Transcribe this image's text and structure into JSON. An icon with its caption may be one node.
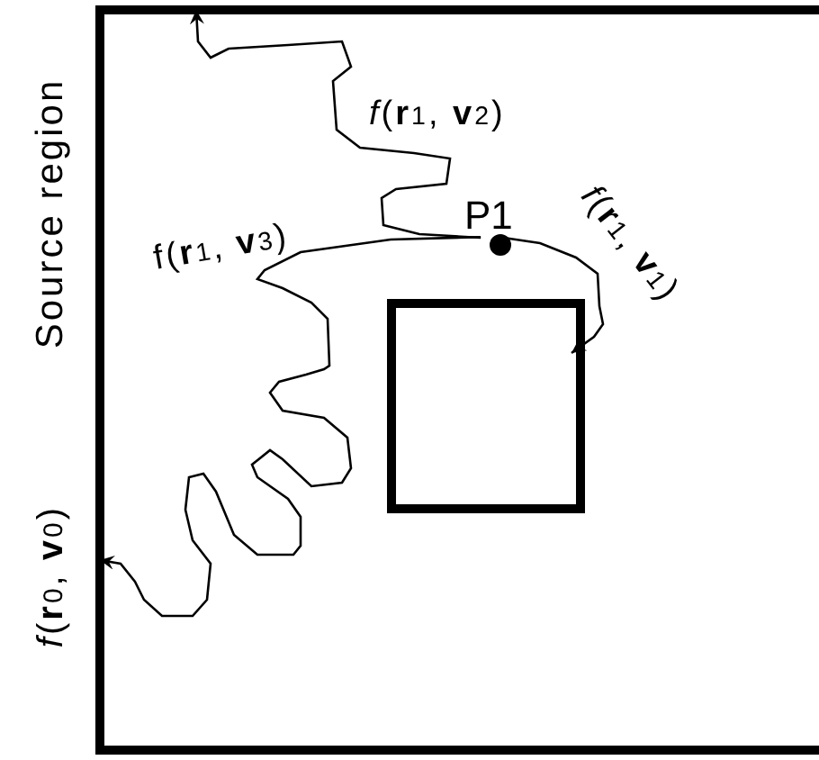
{
  "diagram": {
    "nodes": [
      {
        "text": [],
        "shape": "box",
        "beside": [
          "Source region"
        ]
      },
      {
        "text": [
          "P1"
        ],
        "in": 0
      },
      {
        "text": [],
        "shape": "box",
        "in": 0
      }
    ],
    "edges": [
      {
        "from": 1,
        "to": 0,
        "arrow": "to",
        "label": "*f*(**r**$_{1}$, **v**$_{2}$)"
      },
      {
        "from": 1,
        "to": 2,
        "arrow": "to",
        "label": "*f*(**r**$_{1}$, **v**$_{1}$)"
      },
      {
        "from": 1,
        "to": 0,
        "arrow": "to",
        "label": "f(**r**$_{1}$, **v**$_{3}$)"
      }
    ],
    "labels": [
      "*f*(**r**$_{0}$, **v**$_{0}$)"
    ]
  }
}
